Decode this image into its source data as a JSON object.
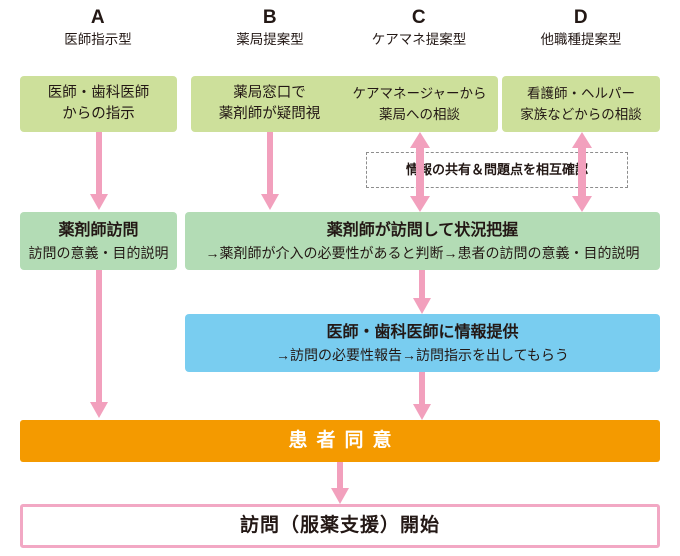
{
  "diagram": {
    "title_text_colors": {
      "green_top": "#cde09b",
      "green_mid": "#b3dcb5",
      "blue": "#79cdf0",
      "orange": "#f49a00",
      "pink_arrow": "#f2a0bd",
      "pink_border": "#f2a8c4"
    },
    "columns": [
      {
        "letter": "A",
        "caption": "医師指示型"
      },
      {
        "letter": "B",
        "caption": "薬局提案型"
      },
      {
        "letter": "C",
        "caption": "ケアマネ提案型"
      },
      {
        "letter": "D",
        "caption": "他職種提案型"
      }
    ],
    "origin_boxes": [
      {
        "line1": "医師・歯科医師",
        "line2": "からの指示"
      },
      {
        "line1": "薬局窓口で",
        "line2": "薬剤師が疑問視"
      },
      {
        "line1": "ケアマネージャーから",
        "line2": "薬局への相談"
      },
      {
        "line1": "看護師・ヘルパー",
        "line2": "家族などからの相談"
      }
    ],
    "shared_info_note": "情報の共有＆問題点を相互確認",
    "visit_box_left": {
      "title": "薬剤師訪問",
      "subtitle": "訪問の意義・目的説明"
    },
    "visit_box_wide": {
      "title": "薬剤師が訪問して状況把握",
      "subtitle": "→薬剤師が介入の必要性があると判断→患者の訪問の意義・目的説明"
    },
    "report_box": {
      "title": "医師・歯科医師に情報提供",
      "subtitle": "→訪問の必要性報告→訪問指示を出してもらう"
    },
    "consent_bar": "患者同意",
    "final_box": "訪問（服薬支援）開始"
  }
}
